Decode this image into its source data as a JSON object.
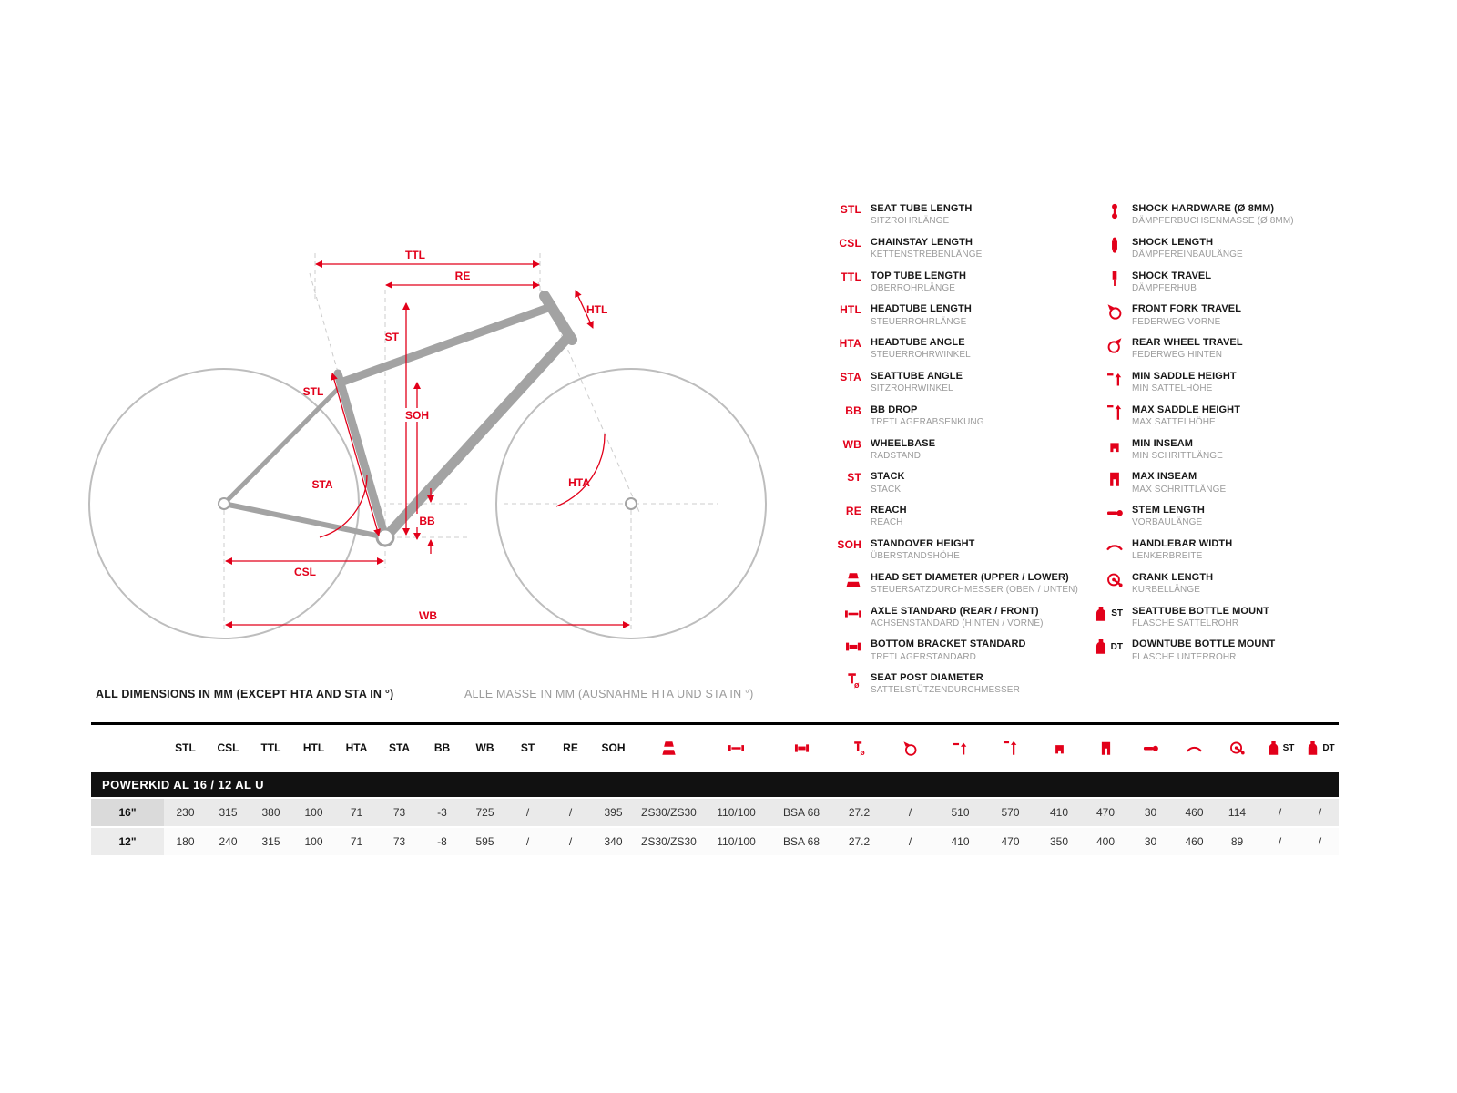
{
  "colors": {
    "accent_red": "#E2001A",
    "bar_black": "#111111"
  },
  "diagram": {
    "labels": {
      "ttl": "TTL",
      "re": "RE",
      "htl": "HTL",
      "st": "ST",
      "stl": "STL",
      "soh": "SOH",
      "sta": "STA",
      "hta": "HTA",
      "bb": "BB",
      "csl": "CSL",
      "wb": "WB"
    },
    "footnote_en": "ALL DIMENSIONS IN MM (EXCEPT HTA AND STA IN °)",
    "footnote_de": "ALLE MASSE IN MM (AUSNAHME HTA UND STA IN °)"
  },
  "legend": {
    "left": [
      {
        "abbr": "STL",
        "name": "SEAT TUBE LENGTH",
        "sub": "SITZROHRLÄNGE"
      },
      {
        "abbr": "CSL",
        "name": "CHAINSTAY LENGTH",
        "sub": "KETTENSTREBENLÄNGE"
      },
      {
        "abbr": "TTL",
        "name": "TOP TUBE LENGTH",
        "sub": "OBERROHRLÄNGE"
      },
      {
        "abbr": "HTL",
        "name": "HEADTUBE LENGTH",
        "sub": "STEUERROHRLÄNGE"
      },
      {
        "abbr": "HTA",
        "name": "HEADTUBE ANGLE",
        "sub": "STEUERROHRWINKEL"
      },
      {
        "abbr": "STA",
        "name": "SEATTUBE ANGLE",
        "sub": "SITZROHRWINKEL"
      },
      {
        "abbr": "BB",
        "name": "BB DROP",
        "sub": "TRETLAGERABSENKUNG"
      },
      {
        "abbr": "WB",
        "name": "WHEELBASE",
        "sub": "RADSTAND"
      },
      {
        "abbr": "ST",
        "name": "STACK",
        "sub": "STACK"
      },
      {
        "abbr": "RE",
        "name": "REACH",
        "sub": "REACH"
      },
      {
        "abbr": "SOH",
        "name": "STANDOVER HEIGHT",
        "sub": "ÜBERSTANDSHÖHE"
      },
      {
        "icon": "headset-icon",
        "name": "HEAD SET DIAMETER (UPPER / LOWER)",
        "sub": "STEUERSATZDURCHMESSER (OBEN / UNTEN)"
      },
      {
        "icon": "axle-icon",
        "name": "AXLE STANDARD (REAR / FRONT)",
        "sub": "ACHSENSTANDARD (HINTEN / VORNE)"
      },
      {
        "icon": "bb-icon",
        "name": "BOTTOM BRACKET STANDARD",
        "sub": "TRETLAGERSTANDARD"
      },
      {
        "icon": "seatpost-icon",
        "name": "SEAT POST DIAMETER",
        "sub": "SATTELSTÜTZENDURCHMESSER"
      }
    ],
    "right": [
      {
        "icon": "shock-hardware-icon",
        "name": "SHOCK HARDWARE (Ø 8MM)",
        "sub": "DÄMPFERBUCHSENMASSE (Ø 8MM)"
      },
      {
        "icon": "shock-length-icon",
        "name": "SHOCK LENGTH",
        "sub": "DÄMPFEREINBAULÄNGE"
      },
      {
        "icon": "shock-travel-icon",
        "name": "SHOCK TRAVEL",
        "sub": "DÄMPFERHUB"
      },
      {
        "icon": "fork-travel-icon",
        "name": "FRONT FORK TRAVEL",
        "sub": "FEDERWEG VORNE"
      },
      {
        "icon": "rear-travel-icon",
        "name": "REAR WHEEL TRAVEL",
        "sub": "FEDERWEG HINTEN"
      },
      {
        "icon": "min-saddle-icon",
        "name": "MIN SADDLE HEIGHT",
        "sub": "MIN SATTELHÖHE"
      },
      {
        "icon": "max-saddle-icon",
        "name": "MAX SADDLE HEIGHT",
        "sub": "MAX SATTELHÖHE"
      },
      {
        "icon": "min-inseam-icon",
        "name": "MIN INSEAM",
        "sub": "MIN SCHRITTLÄNGE"
      },
      {
        "icon": "max-inseam-icon",
        "name": "MAX INSEAM",
        "sub": "MAX SCHRITTLÄNGE"
      },
      {
        "icon": "stem-icon",
        "name": "STEM LENGTH",
        "sub": "VORBAULÄNGE"
      },
      {
        "icon": "handlebar-icon",
        "name": "HANDLEBAR WIDTH",
        "sub": "LENKERBREITE"
      },
      {
        "icon": "crank-icon",
        "name": "CRANK LENGTH",
        "sub": "KURBELLÄNGE"
      },
      {
        "icon": "bottle-icon",
        "suffix": "ST",
        "name": "SEATTUBE BOTTLE MOUNT",
        "sub": "FLASCHE SATTELROHR"
      },
      {
        "icon": "bottle-icon",
        "suffix": "DT",
        "name": "DOWNTUBE BOTTLE MOUNT",
        "sub": "FLASCHE UNTERROHR"
      }
    ]
  },
  "table": {
    "title": "POWERKID AL 16 / 12 AL U",
    "columns": [
      {
        "label": ""
      },
      {
        "label": "STL"
      },
      {
        "label": "CSL"
      },
      {
        "label": "TTL"
      },
      {
        "label": "HTL"
      },
      {
        "label": "HTA"
      },
      {
        "label": "STA"
      },
      {
        "label": "BB"
      },
      {
        "label": "WB"
      },
      {
        "label": "ST"
      },
      {
        "label": "RE"
      },
      {
        "label": "SOH"
      },
      {
        "icon": "headset-icon"
      },
      {
        "icon": "axle-icon"
      },
      {
        "icon": "bb-icon"
      },
      {
        "icon": "seatpost-icon"
      },
      {
        "icon": "fork-travel-icon"
      },
      {
        "icon": "min-saddle-icon"
      },
      {
        "icon": "max-saddle-icon"
      },
      {
        "icon": "min-inseam-icon"
      },
      {
        "icon": "max-inseam-icon"
      },
      {
        "icon": "stem-icon"
      },
      {
        "icon": "handlebar-icon"
      },
      {
        "icon": "crank-icon"
      },
      {
        "icon": "bottle-icon",
        "suffix": "ST"
      },
      {
        "icon": "bottle-icon",
        "suffix": "DT"
      }
    ],
    "rows": [
      {
        "size": "16\"",
        "values": [
          "230",
          "315",
          "380",
          "100",
          "71",
          "73",
          "-3",
          "725",
          "/",
          "/",
          "395",
          "ZS30/ZS30",
          "110/100",
          "BSA 68",
          "27.2",
          "/",
          "510",
          "570",
          "410",
          "470",
          "30",
          "460",
          "114",
          "/",
          "/"
        ]
      },
      {
        "size": "12\"",
        "values": [
          "180",
          "240",
          "315",
          "100",
          "71",
          "73",
          "-8",
          "595",
          "/",
          "/",
          "340",
          "ZS30/ZS30",
          "110/100",
          "BSA 68",
          "27.2",
          "/",
          "410",
          "470",
          "350",
          "400",
          "30",
          "460",
          "89",
          "/",
          "/"
        ]
      }
    ]
  }
}
